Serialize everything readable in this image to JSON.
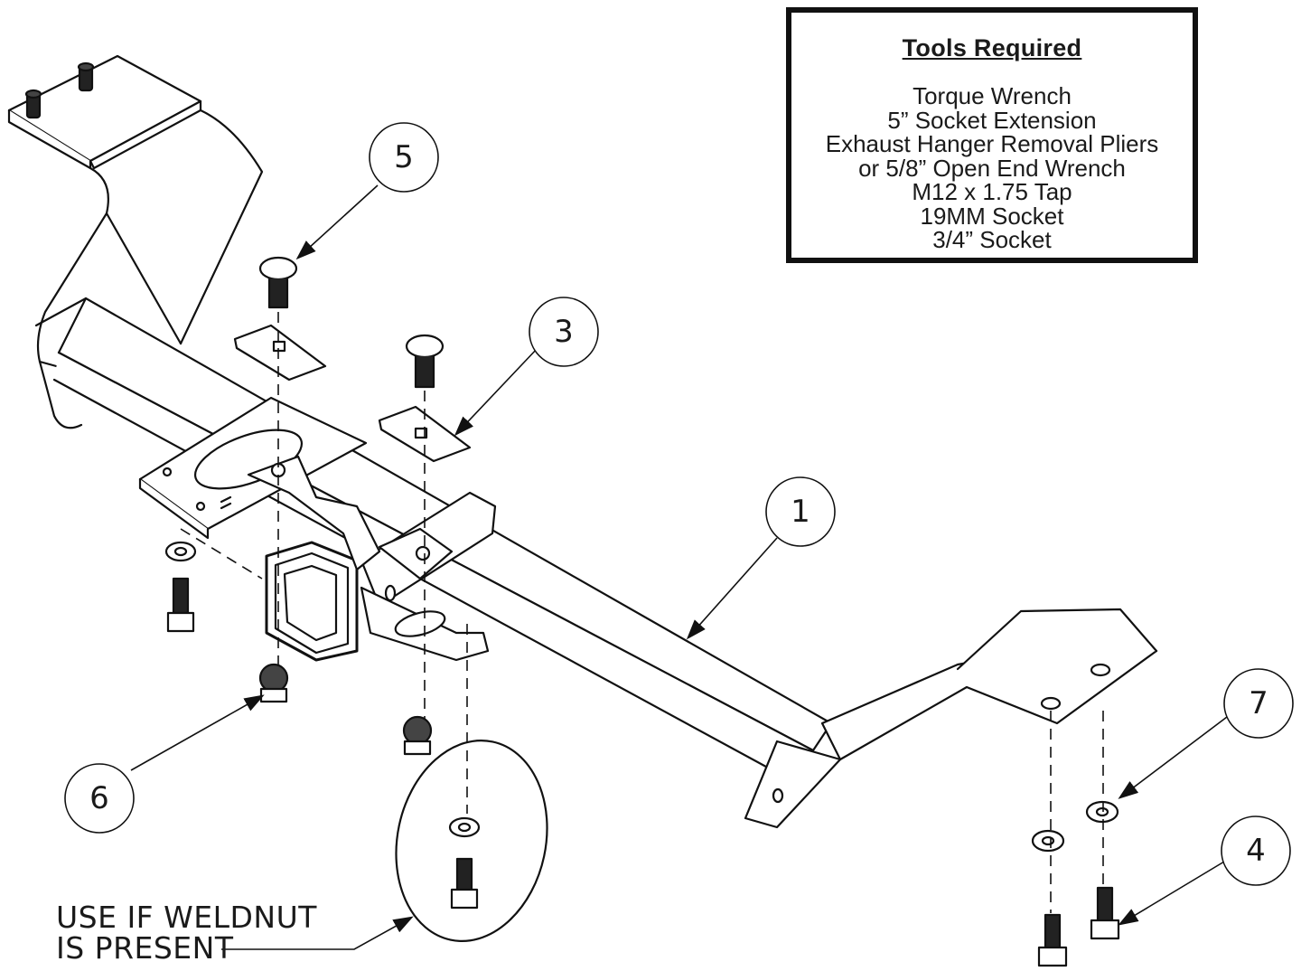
{
  "tools": {
    "title": "Tools Required",
    "items": [
      "Torque Wrench",
      "5” Socket Extension",
      "Exhaust Hanger Removal Pliers",
      "or 5/8” Open End Wrench",
      "M12 x 1.75 Tap",
      "19MM Socket",
      "3/4” Socket"
    ]
  },
  "callouts": {
    "c1": "1",
    "c3": "3",
    "c4": "4",
    "c5": "5",
    "c6": "6",
    "c7": "7"
  },
  "note": {
    "line1": "USE IF WELDNUT",
    "line2": "IS PRESENT"
  }
}
